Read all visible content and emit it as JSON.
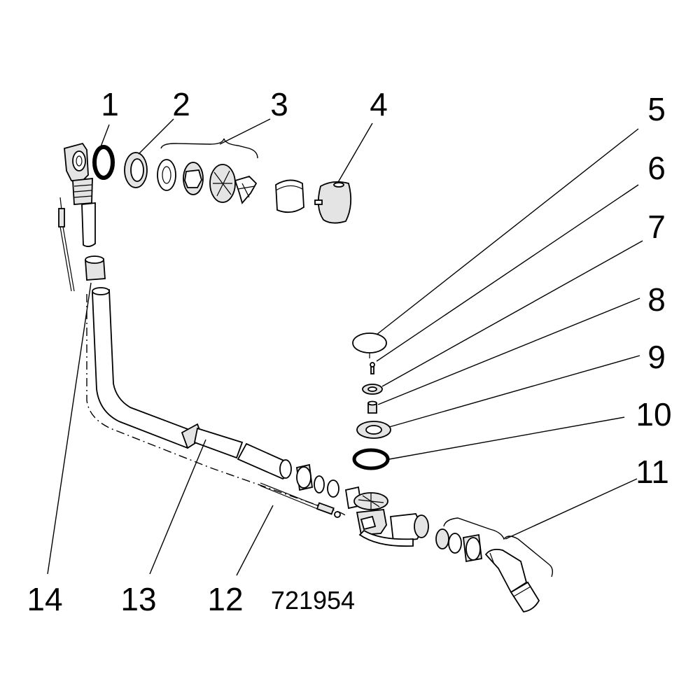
{
  "diagram": {
    "labels": {
      "p1": "1",
      "p2": "2",
      "p3": "3",
      "p4": "4",
      "p5": "5",
      "p6": "6",
      "p7": "7",
      "p8": "8",
      "p9": "9",
      "p10": "10",
      "p11": "11",
      "p12": "12",
      "p13": "13",
      "p14": "14"
    },
    "article_number": "721954"
  }
}
